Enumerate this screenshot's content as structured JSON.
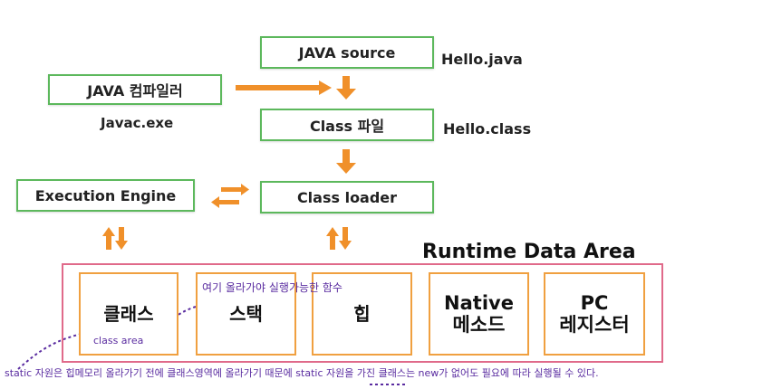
{
  "boxes": {
    "java_source": "JAVA source",
    "java_compiler": "JAVA 컴파일러",
    "class_file": "Class 파일",
    "execution_engine": "Execution Engine",
    "class_loader": "Class loader"
  },
  "labels": {
    "hello_java": "Hello.java",
    "javac": "Javac.exe",
    "hello_class": "Hello.class"
  },
  "runtime": {
    "title": "Runtime Data Area",
    "class": "클래스",
    "stack": "스택",
    "heap": "힙",
    "native_line1": "Native",
    "native_line2": "메소드",
    "pc_line1": "PC",
    "pc_line2": "레지스터"
  },
  "annotations": {
    "stack_note": "여기 올라가야 실행가능한 함수",
    "class_area": "class area",
    "static_note": "static 자원은 힙메모리 올라가기 전에 클래스영역에 올라가기 때문에 static 자원을 가진 클래스는 new가 없어도 필요에 따라 실행될 수 있다."
  },
  "colors": {
    "box_border": "#5cb85c",
    "arrow": "#f0902a",
    "memory_border": "#f0a040",
    "runtime_frame": "#e06a8a",
    "annotation": "#5a2ca0"
  }
}
